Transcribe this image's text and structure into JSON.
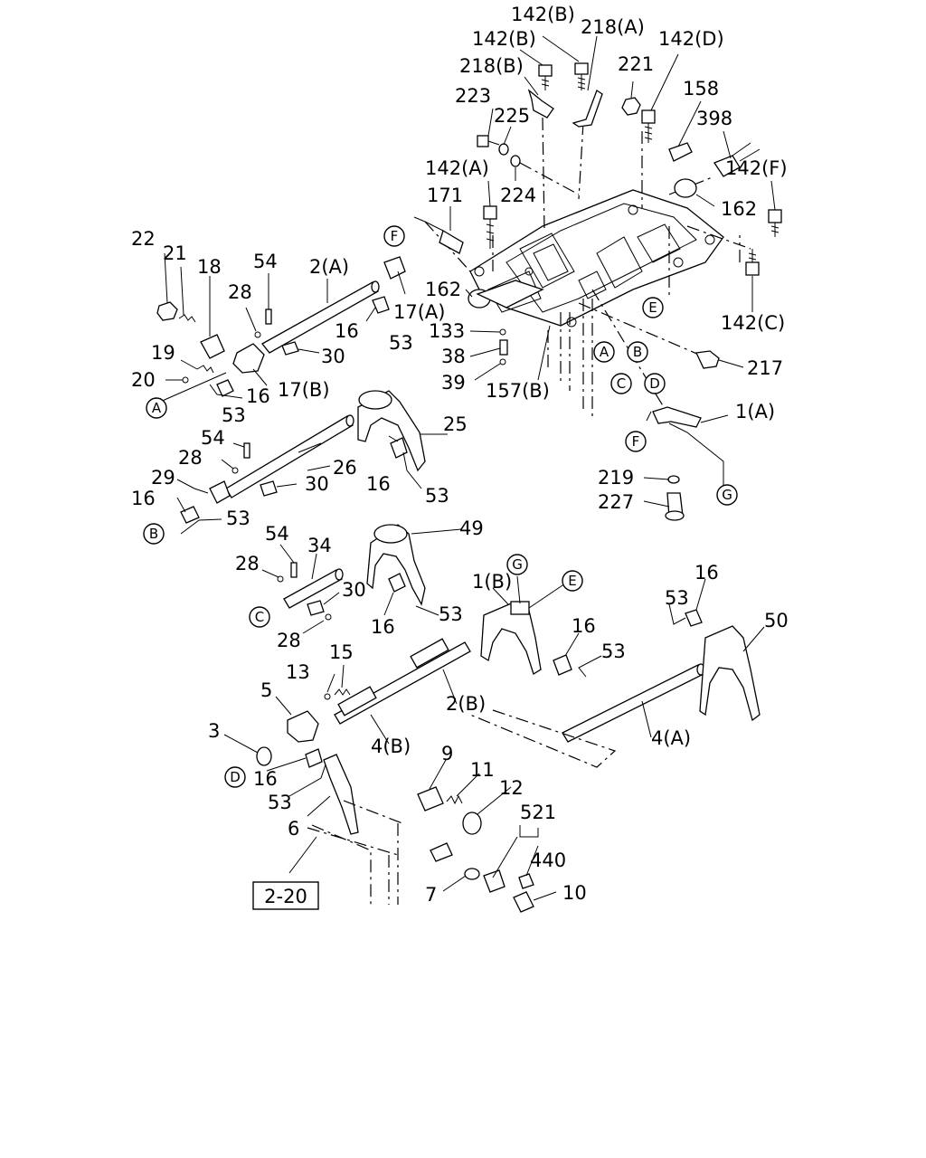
{
  "labels": {
    "p142b_top": "142(B)",
    "p218a": "218(A)",
    "p142b_2": "142(B)",
    "p142d": "142(D)",
    "p218b": "218(B)",
    "p221": "221",
    "p158": "158",
    "p223": "223",
    "p225": "225",
    "p398": "398",
    "p142a": "142(A)",
    "p142f": "142(F)",
    "p224": "224",
    "p171": "171",
    "p162_right": "162",
    "p22": "22",
    "p21": "21",
    "p18": "18",
    "p54_a": "54",
    "p2a": "2(A)",
    "p162_left": "162",
    "p28_a": "28",
    "p17a": "17(A)",
    "p16_a": "16",
    "p53_a": "53",
    "p133": "133",
    "p30_a": "30",
    "p142c": "142(C)",
    "p38": "38",
    "p19": "19",
    "p217": "217",
    "p20": "20",
    "p17b": "17(B)",
    "p39": "39",
    "p157b": "157(B)",
    "p16_b": "16",
    "p53_b": "53",
    "p1a": "1(A)",
    "p25": "25",
    "p54_b": "54",
    "p28_b": "28",
    "p26": "26",
    "p29": "29",
    "p30_b": "30",
    "p16_c": "16",
    "p53_c": "53",
    "p219": "219",
    "p227": "227",
    "p16_d": "16",
    "p53_d": "53",
    "p49": "49",
    "p54_c": "54",
    "p34": "34",
    "p28_c": "28",
    "p30_c": "30",
    "p53_e": "53",
    "p16_e": "16",
    "p1b": "1(B)",
    "p28_d": "28",
    "p16_f": "16",
    "p53_f": "53",
    "p50": "50",
    "p16_g": "16",
    "p53_g": "53",
    "p15": "15",
    "p13": "13",
    "p5": "5",
    "p2b": "2(B)",
    "p3": "3",
    "p4b": "4(B)",
    "p4a": "4(A)",
    "p16_h": "16",
    "p9": "9",
    "p11": "11",
    "p53_h": "53",
    "p12": "12",
    "p6": "6",
    "p521": "521",
    "p440": "440",
    "p7": "7",
    "p10": "10",
    "ref_box": "2-20"
  },
  "callouts": {
    "F_top": "F",
    "E_right": "E",
    "A_mid1": "A",
    "B_mid1": "B",
    "C_mid1": "C",
    "D_mid1": "D",
    "A_left": "A",
    "F_lower": "F",
    "G_right": "G",
    "B_left": "B",
    "C_left": "C",
    "G_mid": "G",
    "E_mid": "E",
    "D_left": "D"
  }
}
